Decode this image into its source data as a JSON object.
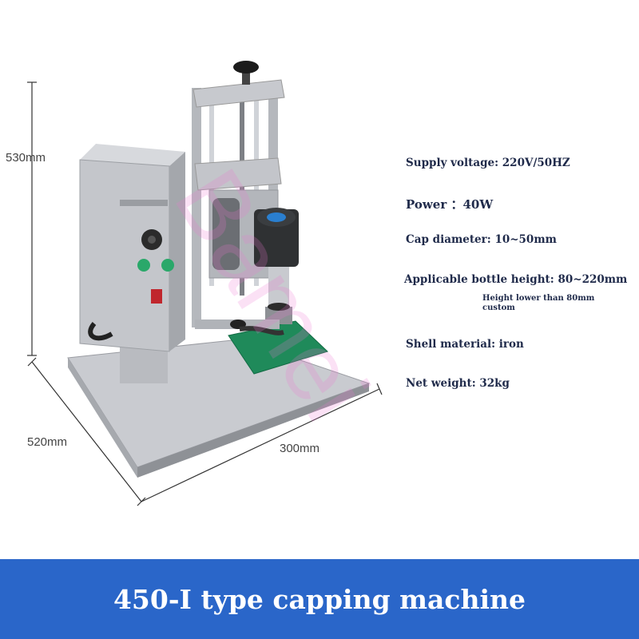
{
  "dimensions": {
    "height": "530mm",
    "depth": "520mm",
    "width": "300mm"
  },
  "specs": {
    "supply_voltage": "Supply voltage: 220V/50HZ",
    "power": "Power ：40W",
    "cap_diameter": "Cap diameter: 10~50mm",
    "bottle_height": "Applicable bottle height: 80~220mm",
    "bottle_note_1": "Height lower than 80mm",
    "bottle_note_2": "custom",
    "shell_material": "Shell material: iron",
    "net_weight": "Net weight: 32kg"
  },
  "banner": {
    "title": "450-I type capping machine",
    "color": "#2a66c9"
  },
  "watermark": "Bamei"
}
